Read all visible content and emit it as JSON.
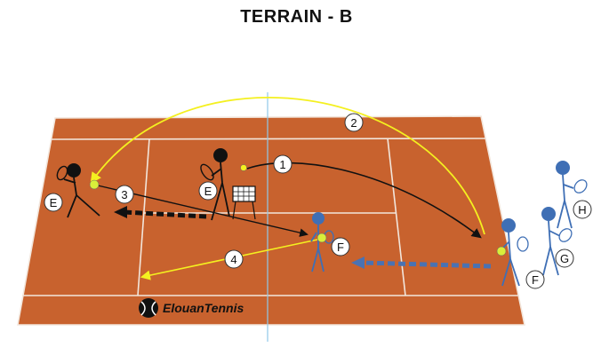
{
  "title": "TERRAIN - B",
  "brand": "ElouanTennis",
  "colors": {
    "court": "#c8622e",
    "court_lines": "#f2e6dc",
    "center_mark": "#8fc8e8",
    "black_figure": "#111111",
    "blue_figure": "#3f6fb5",
    "ball": "#d9ee3a",
    "lob_arrow": "#f4f020",
    "shot_arrow": "#111111",
    "move_arrow_black": "#111111",
    "move_arrow_blue": "#4a72b2"
  },
  "players": {
    "e_back": "E",
    "e_feeder": "E",
    "f_net": "F",
    "f_back": "F",
    "g": "G",
    "h": "H"
  },
  "steps": {
    "one": "1",
    "two": "2",
    "three": "3",
    "four": "4"
  },
  "icons": {
    "basket": "ball-basket-icon",
    "brand_logo": "tennis-ball-logo-icon"
  }
}
